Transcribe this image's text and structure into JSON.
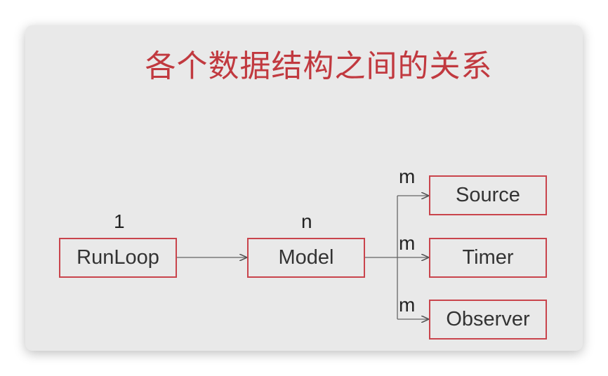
{
  "title": "各个数据结构之间的关系",
  "nodes": {
    "runloop": "RunLoop",
    "model": "Model",
    "source": "Source",
    "timer": "Timer",
    "observer": "Observer"
  },
  "multiplicity": {
    "runloop": "1",
    "model": "n",
    "source": "m",
    "timer": "m",
    "observer": "m"
  },
  "colors": {
    "title": "#c1393f",
    "border": "#c9444c",
    "edge": "#666666"
  }
}
